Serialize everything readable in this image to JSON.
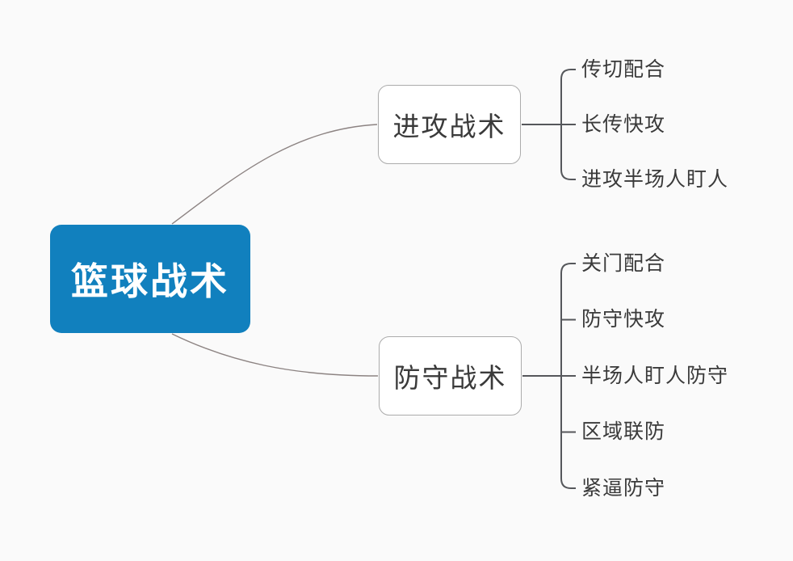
{
  "root": {
    "label": "篮球战术"
  },
  "branches": [
    {
      "label": "进攻战术",
      "children": [
        "传切配合",
        "长传快攻",
        "进攻半场人盯人"
      ]
    },
    {
      "label": "防守战术",
      "children": [
        "关门配合",
        "防守快攻",
        "半场人盯人防守",
        "区域联防",
        "紧逼防守"
      ]
    }
  ],
  "colors": {
    "canvas_bg": "#fafafa",
    "root_bg": "#1180be",
    "root_text": "#ffffff",
    "node_bg": "#ffffff",
    "node_border": "#ababab",
    "text": "#3a3a3a",
    "curve_line": "#8c8382",
    "bracket_line": "#55575b"
  }
}
